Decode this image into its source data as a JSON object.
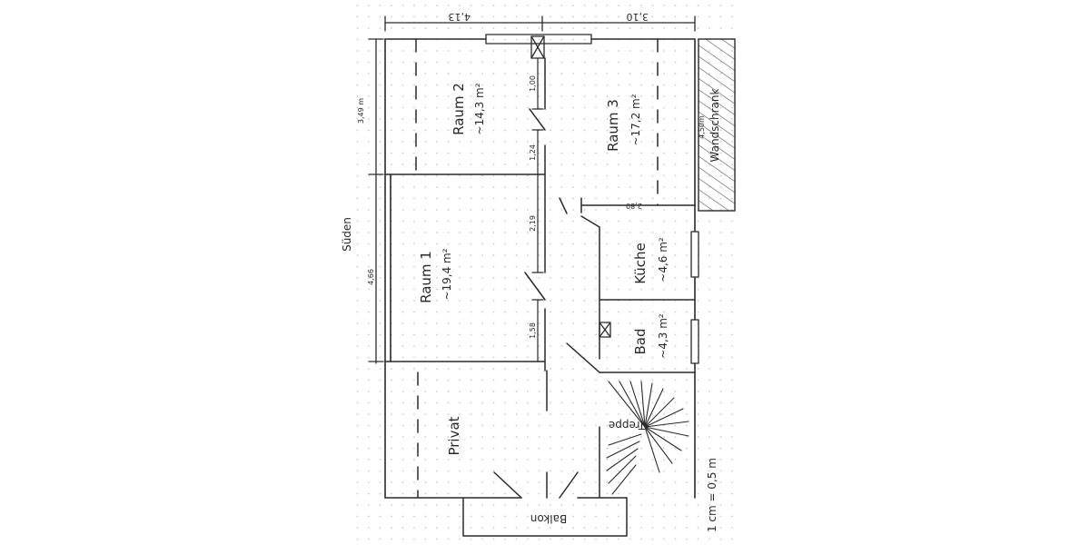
{
  "rooms": {
    "raum2": {
      "name": "Raum 2",
      "area": "~14,3 m²"
    },
    "raum3": {
      "name": "Raum 3",
      "area": "~17,2 m²"
    },
    "raum1": {
      "name": "Raum 1",
      "area": "~19,4 m²"
    },
    "kueche": {
      "name": "Küche",
      "area": "~4,6 m²"
    },
    "bad": {
      "name": "Bad",
      "area": "~4,3 m²"
    },
    "privat": {
      "name": "Privat"
    },
    "balkon": {
      "name": "Balkon"
    },
    "treppe": {
      "name": "Treppe"
    },
    "wandschrank": {
      "name": "Wandschrank",
      "dim": "4,50m"
    }
  },
  "dimensions": {
    "top_left": "4,13",
    "top_right": "3,10",
    "left_upper": "3,49 m",
    "left_lower": "4,66",
    "door_raum2_top": "1,00",
    "door_raum2_mid": "1,24",
    "raum1_upper": "2,19",
    "raum1_lower": "1,58",
    "raum3_width": "2,80"
  },
  "compass": "Süden",
  "scale": "1 cm = 0,5 m"
}
